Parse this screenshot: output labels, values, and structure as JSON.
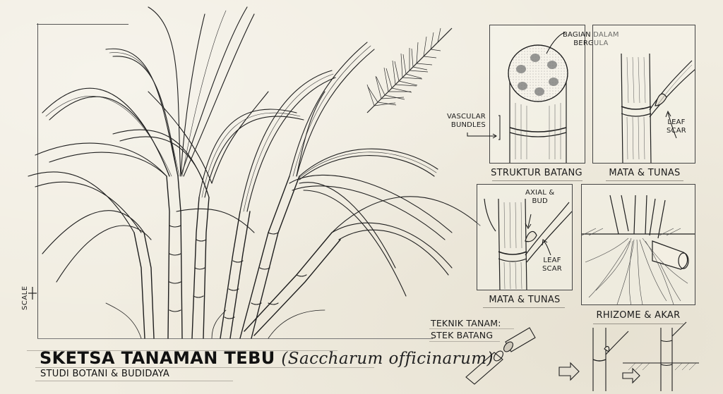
{
  "title": {
    "main": "SKETSA TANAMAN TEBU",
    "scientific_name": "(Saccharum officinarum)",
    "subtitle": "STUDI BOTANI & BUDIDAYA"
  },
  "scale": {
    "label": "SCALE"
  },
  "panels": {
    "stem_structure": {
      "caption": "STRUKTUR BATANG",
      "callouts": {
        "inner": "BAGIAN DALAM\nBERGULA",
        "vascular": "VASCULAR\nBUNDLES"
      }
    },
    "bud_top": {
      "caption": "MATA & TUNAS",
      "callouts": {
        "leaf_scar": "LEAF\nSCAR"
      }
    },
    "bud_bottom": {
      "caption": "MATA & TUNAS",
      "callouts": {
        "axial_bud": "AXIAL &\nBUD",
        "leaf_scar": "LEAF\nSCAR"
      }
    },
    "rhizome": {
      "caption": "RHIZOME & AKAR"
    }
  },
  "planting_technique": {
    "title_line1": "TEKNIK TANAM:",
    "title_line2": "STEK BATANG"
  },
  "colors": {
    "paper": "#f1ede1",
    "ink": "#1b1b1b",
    "frame": "#444444"
  }
}
